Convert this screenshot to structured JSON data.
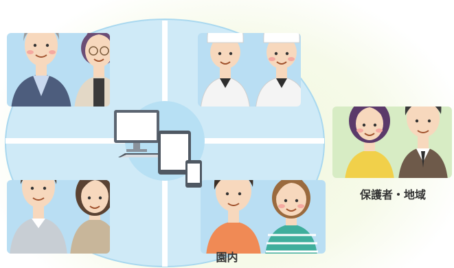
{
  "labels": {
    "campus": "園内",
    "guardians_community": "保護者・地域"
  },
  "groups": [
    {
      "id": "elderly-couple",
      "position": "top-left"
    },
    {
      "id": "kitchen-staff",
      "position": "top-right"
    },
    {
      "id": "middle-aged-couple",
      "position": "bottom-left"
    },
    {
      "id": "children",
      "position": "bottom-right"
    },
    {
      "id": "guardians",
      "position": "right-outside"
    }
  ],
  "center": {
    "devices": [
      "desktop-monitor",
      "keyboard",
      "tablet",
      "smartphone"
    ]
  },
  "colors": {
    "circle_fill": "#cfeaf7",
    "circle_stroke": "#a9d8ef",
    "panel_fill": "#b9def3",
    "guardian_panel": "#d7ecc4",
    "accent_text": "#333333"
  }
}
